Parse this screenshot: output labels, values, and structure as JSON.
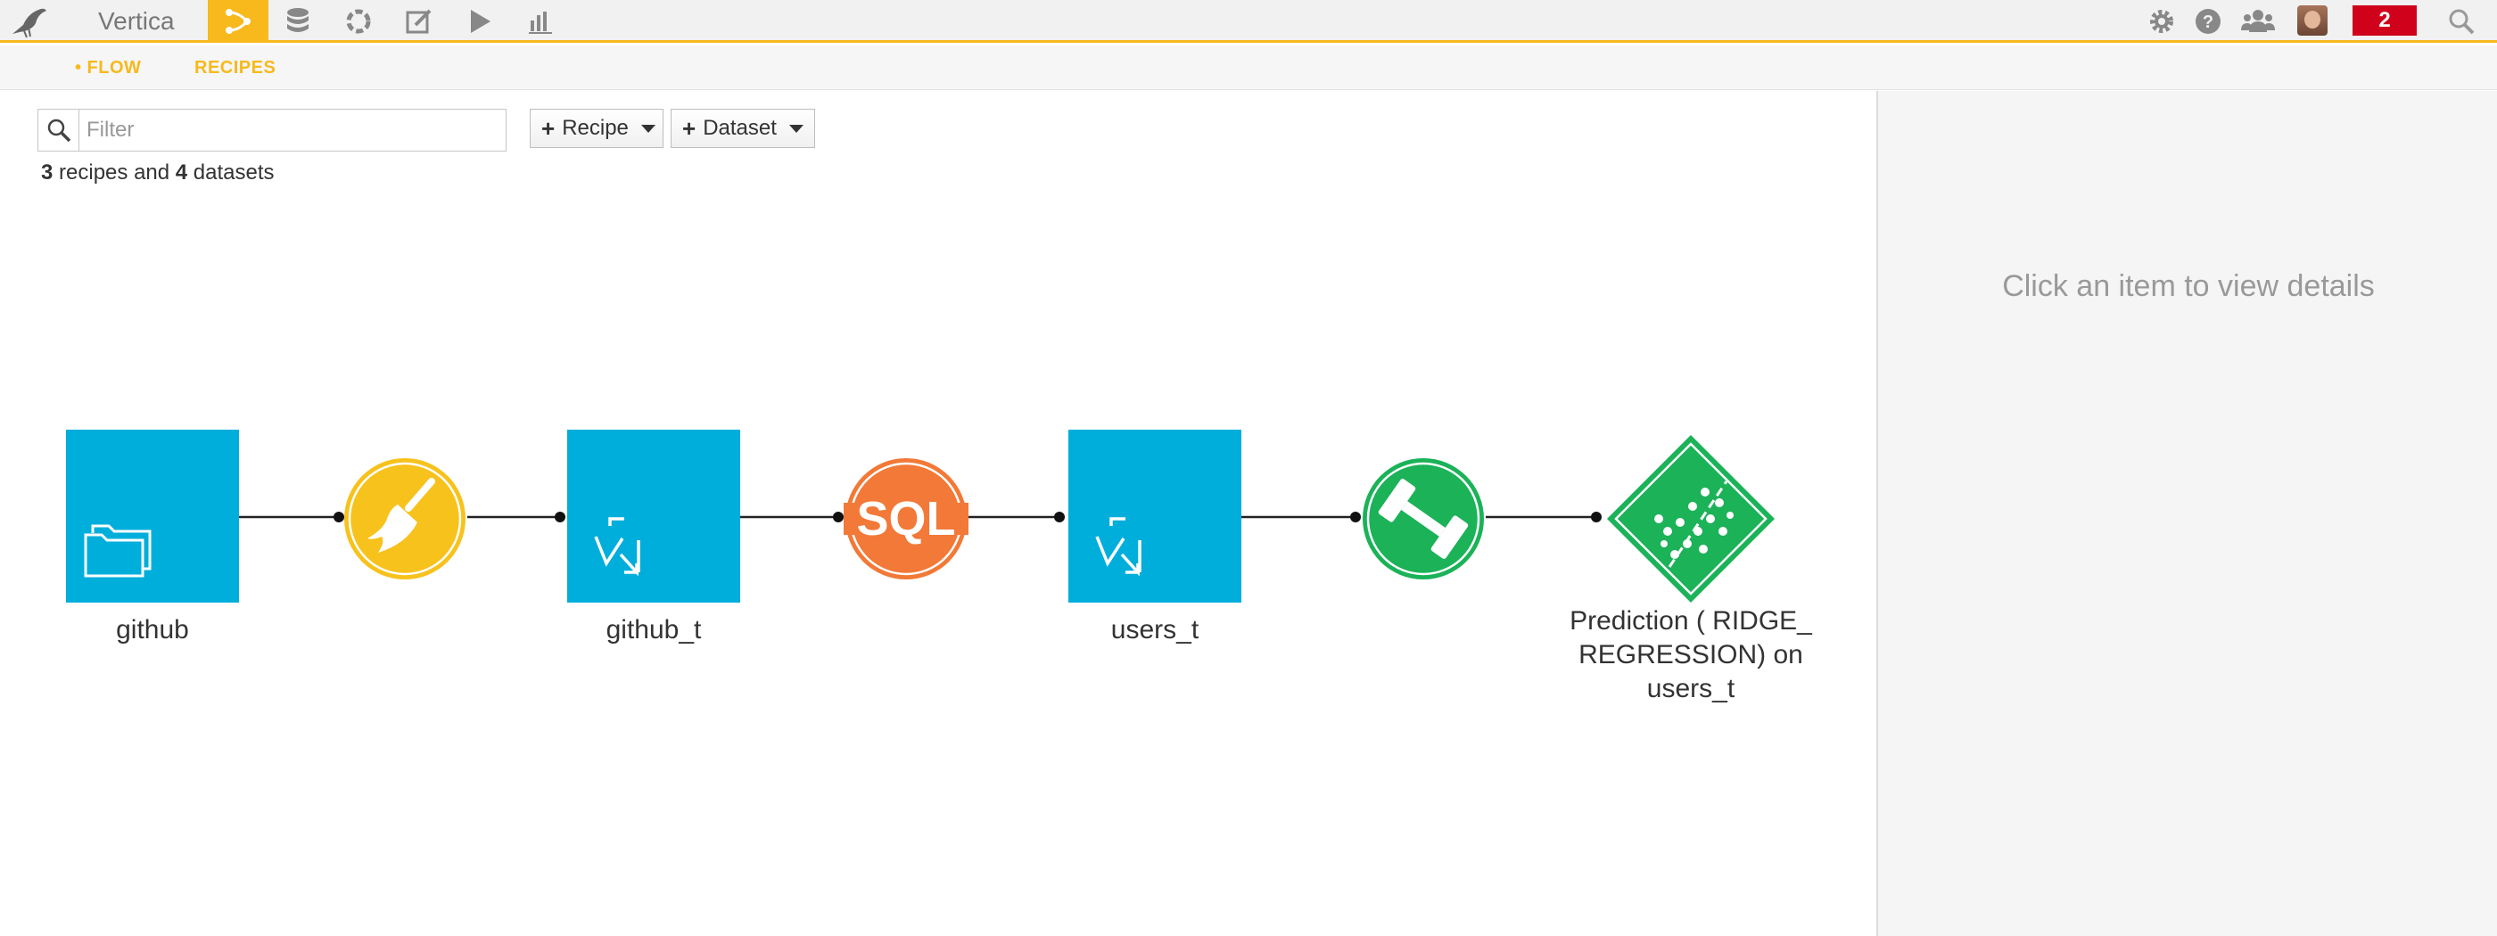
{
  "topbar": {
    "project_name": "Vertica",
    "nav_icons": [
      "flow-icon",
      "datasets-icon",
      "recipes-icon",
      "notebooks-icon",
      "jobs-icon",
      "dashboards-icon"
    ],
    "notification_count": "2",
    "accent_color": "#f7b91c"
  },
  "subnav": {
    "flow_label": "• FLOW",
    "recipes_label": "RECIPES"
  },
  "toolbar": {
    "filter_placeholder": "Filter",
    "recipe_button": "Recipe",
    "dataset_button": "Dataset"
  },
  "summary": {
    "recipes_count": "3",
    "recipes_text": " recipes and ",
    "datasets_count": "4",
    "datasets_text": " datasets"
  },
  "flow": {
    "datasets": [
      {
        "name": "github",
        "icon": "folder-icon",
        "color": "#00aedb"
      },
      {
        "name": "github_t",
        "icon": "vertica-icon",
        "color": "#00aedb"
      },
      {
        "name": "users_t",
        "icon": "vertica-icon",
        "color": "#00aedb"
      }
    ],
    "recipes": [
      {
        "type": "prepare",
        "icon": "broom-icon",
        "color": "#f7c21c"
      },
      {
        "type": "sql",
        "icon_text": "SQL",
        "color": "#f27937"
      },
      {
        "type": "train",
        "icon": "dumbbell-icon",
        "color": "#1bb258"
      }
    ],
    "model": {
      "label_line1": "Prediction ( RIDGE_",
      "label_line2": "REGRESSION) on",
      "label_line3": "users_t",
      "color": "#1bb258"
    }
  },
  "details_panel": {
    "hint": "Click an item to view details"
  }
}
